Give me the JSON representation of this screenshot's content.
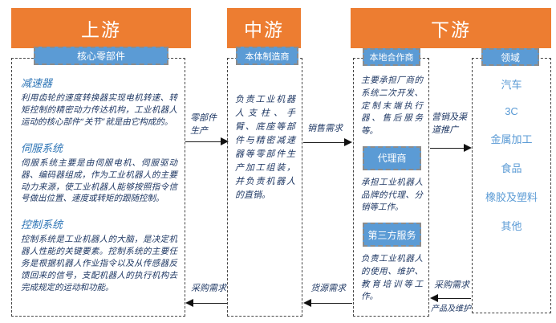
{
  "diagram": {
    "upstream": {
      "header": "上游",
      "tag": "核心零部件",
      "sections": [
        {
          "title": "减速器",
          "body": "利用齿轮的速度转换器实现电机转速、转矩控制的精密动力传达机构，工业机器人运动的核心部件“关节”就是由它构成的。"
        },
        {
          "title": "伺服系统",
          "body": "伺服系统主要是由伺服电机、伺服驱动器、编码器组成，作为工业机器人的主要动力来源，使工业机器人能够按照指令信号做出位置、速度或转矩的跟随控制。"
        },
        {
          "title": "控制系统",
          "body": "控制系统是工业机器人的大脑，是决定机器人性能的关键要素。控制系统的主要任务是根据机器人作业指令以及从传感器反馈回来的信号，支配机器人的执行机构去完成规定的运动和功能。"
        }
      ]
    },
    "midstream": {
      "header": "中游",
      "tag": "本体制造商",
      "body": "负责工业机器人支柱、手臂、底座等部件与精密减速器等零部件生产加工组装，并负责机器人的直销。"
    },
    "downstream": {
      "header": "下游",
      "partners": {
        "tag": "本地合作商",
        "body": "主要承担厂商的系统二次开发、定制末端执行器、售后服务等。",
        "agent_tag": "代理商",
        "agent_body": "承担工业机器人品牌的代理、分销等工作。",
        "thirdparty_tag": "第三方服务",
        "thirdparty_body": "负责工业机器人的使用、维护、教育培训等工作。"
      },
      "fields": {
        "tag": "领域",
        "items": [
          "汽车",
          "3C",
          "金属加工",
          "食品",
          "橡胶及塑料",
          "其他"
        ]
      }
    },
    "flows": {
      "parts_production": "零部件\n生产",
      "sales_demand": "销售需求",
      "marketing": "营销及渠\n道推广",
      "purchase_demand_left": "采购需求",
      "supply_demand": "货源需求",
      "purchase_demand_right": "采购需求",
      "product_maintenance": "产品及维护"
    },
    "colors": {
      "header_orange": "#ED7D31",
      "tag_blue": "#5B9BD5",
      "title_blue": "#2E75B6",
      "body_navy": "#1F3864"
    }
  }
}
